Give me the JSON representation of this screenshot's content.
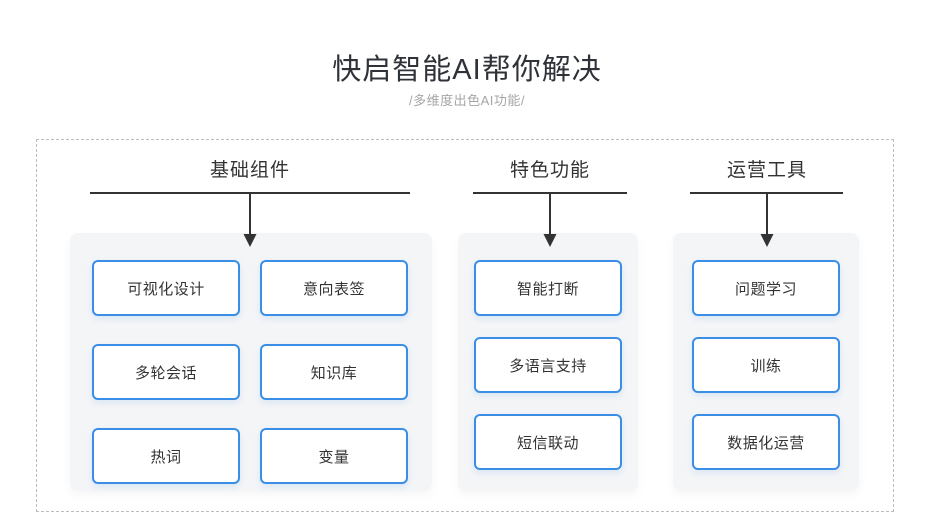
{
  "page": {
    "title": "快启智能AI帮你解决",
    "subtitle": "/多维度出色AI功能/"
  },
  "colors": {
    "accent_blue": "#3a8ee6",
    "line_dark": "#333333",
    "title_dark": "#2f3238",
    "subtitle_gray": "#a6a6a6",
    "panel_bg": "#f4f5f7",
    "dashed_border": "#bdbdbd"
  },
  "columns": [
    {
      "header": "基础组件",
      "boxes": [
        "可视化设计",
        "意向表签",
        "多轮会话",
        "知识库",
        "热词",
        "变量"
      ]
    },
    {
      "header": "特色功能",
      "boxes": [
        "智能打断",
        "多语言支持",
        "短信联动"
      ]
    },
    {
      "header": "运营工具",
      "boxes": [
        "问题学习",
        "训练",
        "数据化运营"
      ]
    }
  ]
}
